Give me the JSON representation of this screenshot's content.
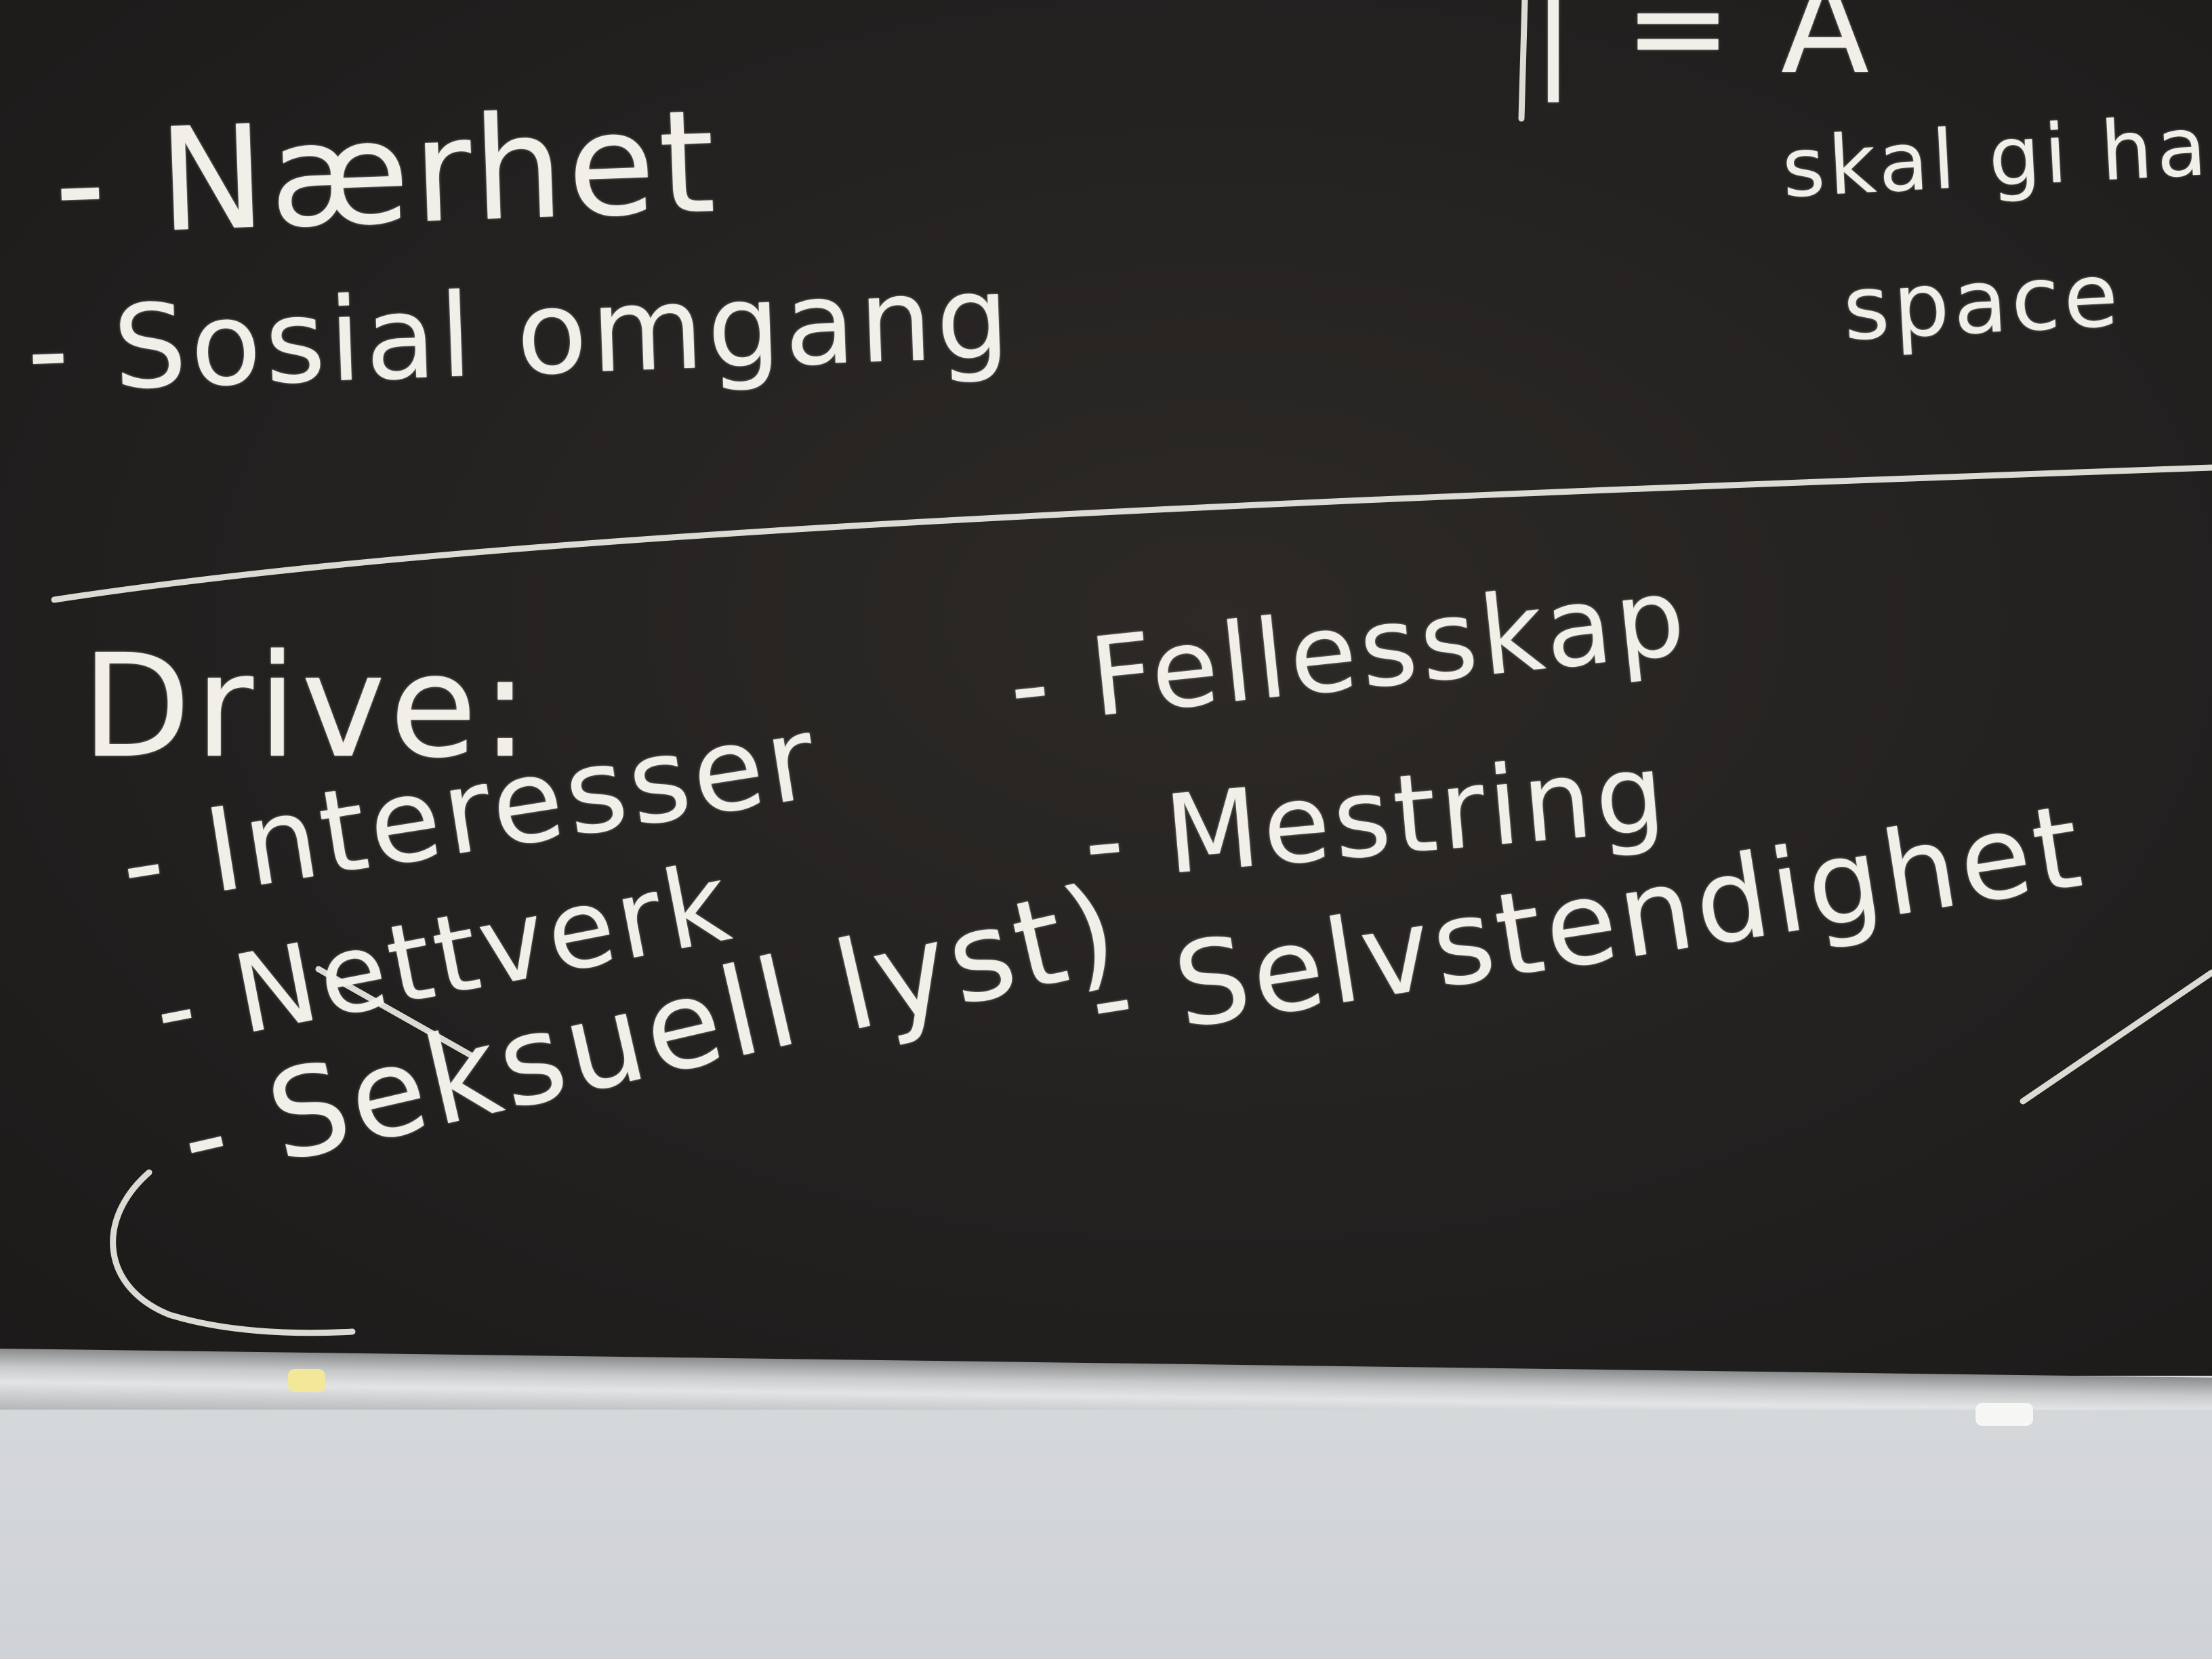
{
  "board": {
    "left_list": [
      "- Nærhet",
      "- Sosial omgang"
    ],
    "right_top": [
      "| = A",
      "skal gi hal",
      "space"
    ],
    "drive_heading": "Drive:",
    "drive_left": [
      "- Interesser",
      "- Nettverk",
      "- Seksuell lyst)"
    ],
    "drive_right": [
      "- Fellesskap",
      "- Mestring",
      "- Selvstendighet"
    ]
  },
  "colors": {
    "board": "#232120",
    "chalk": "#f1efe8",
    "tray": "#c7c9ca",
    "wall": "#d5d8db"
  },
  "chalk_pieces": [
    "yellow chalk piece",
    "white chalk piece"
  ]
}
